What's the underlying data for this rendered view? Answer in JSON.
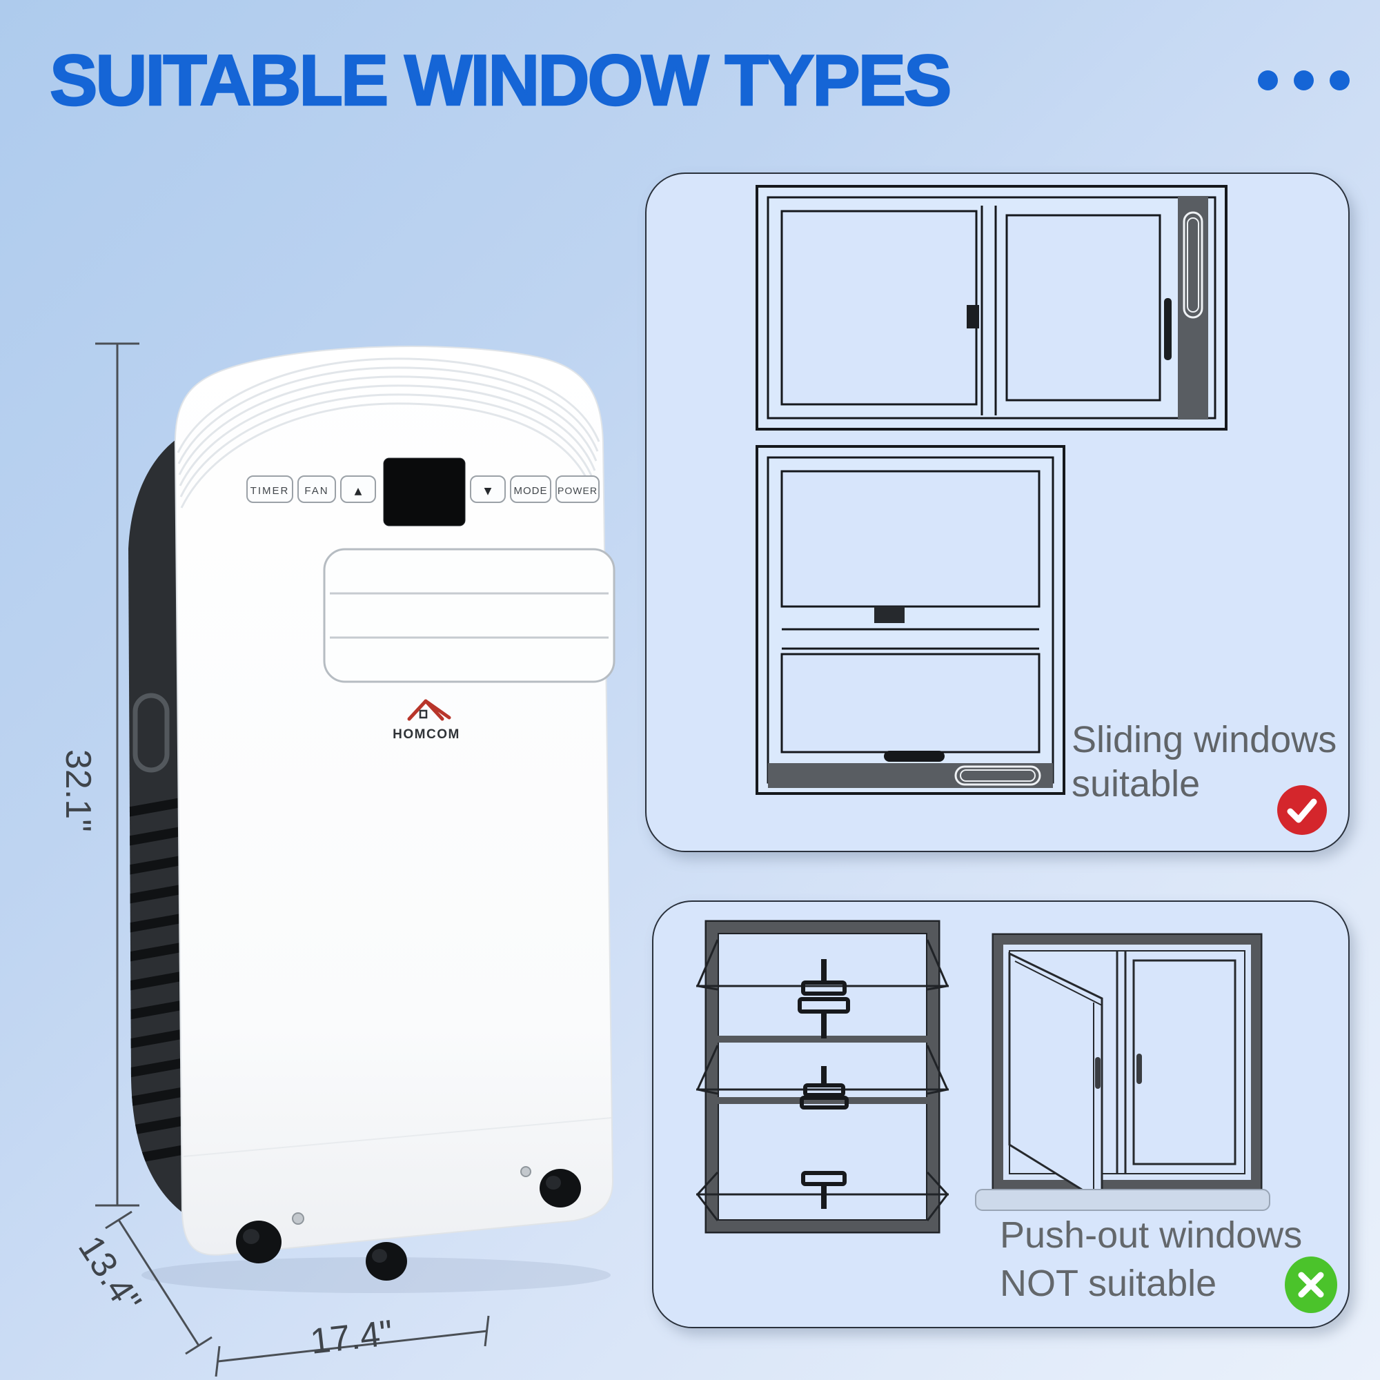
{
  "title": "SUITABLE WINDOW TYPES",
  "product": {
    "brand": "HOMCOM",
    "controls": {
      "timer": "TIMER",
      "fan": "FAN",
      "up": "▲",
      "down": "▼",
      "mode": "MODE",
      "power": "POWER"
    },
    "dim_height": "32.1\"",
    "dim_depth": "13.4\"",
    "dim_width": "17.4\""
  },
  "suitable_panel": {
    "line1": "Sliding windows",
    "line2": "suitable"
  },
  "not_suitable_panel": {
    "line1": "Push-out windows",
    "line2": "NOT suitable"
  },
  "colors": {
    "title_blue": "#1565d6",
    "accent_red": "#d4262c",
    "accent_green": "#4bc32b",
    "panel_bg": "#d7e5fb"
  }
}
